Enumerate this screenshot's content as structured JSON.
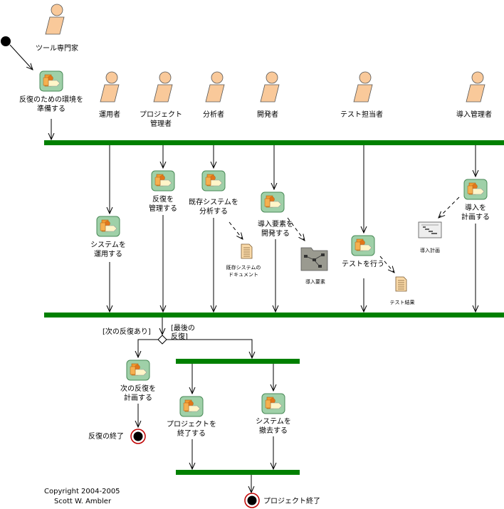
{
  "actors": {
    "tool_specialist": "ツール専門家",
    "operator": "運用者",
    "project_manager_1": "プロジェクト",
    "project_manager_2": "管理者",
    "analyst": "分析者",
    "developer": "開発者",
    "tester": "テスト担当者",
    "deployment_manager": "導入管理者"
  },
  "activities": {
    "prepare_env_1": "反復のための環境を",
    "prepare_env_2": "準備する",
    "operate_1": "システムを",
    "operate_2": "運用する",
    "manage_1": "反復を",
    "manage_2": "管理する",
    "analyze_1": "既存システムを",
    "analyze_2": "分析する",
    "develop_1": "導入要素を",
    "develop_2": "開発する",
    "test": "テストを行う",
    "plan_deploy_1": "導入を",
    "plan_deploy_2": "計画する",
    "plan_next_1": "次の反復を",
    "plan_next_2": "計画する",
    "end_project_1": "プロジェクトを",
    "end_project_2": "終了する",
    "retire_1": "システムを",
    "retire_2": "撤去する"
  },
  "artifacts": {
    "existing_docs_1": "既存システムの",
    "existing_docs_2": "ドキュメント",
    "deploy_elements": "導入要素",
    "test_results": "テスト結果",
    "deploy_plan": "導入計画"
  },
  "guards": {
    "next_iteration": "[次の反復あり]",
    "last_iteration_1": "[最後の",
    "last_iteration_2": "反復]"
  },
  "endpoints": {
    "iteration_end": "反復の終了",
    "project_end": "プロジェクト終了"
  },
  "copyright": {
    "line1": "Copyright 2004-2005",
    "line2": "Scott W. Ambler"
  },
  "colors": {
    "sync_bar": "#008000",
    "activity_fill": "#9fd0a8",
    "actor_fill": "#f9c99a"
  }
}
